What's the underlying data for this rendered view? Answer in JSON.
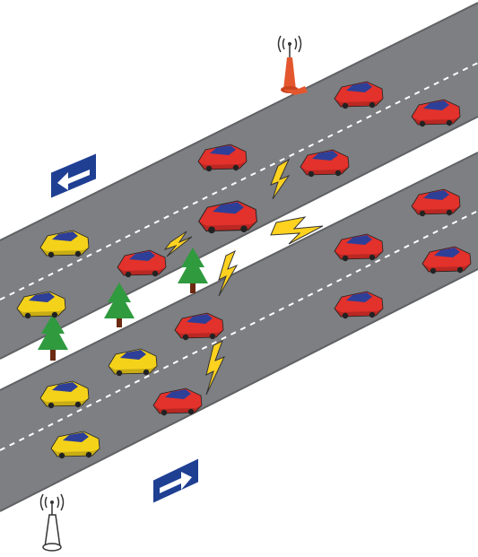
{
  "colors": {
    "road": "#7d7f82",
    "road_edge": "#5f6164",
    "lane_marking": "#ffffff",
    "sign_blue": "#1f3f93",
    "tree_green": "#2f9a3e",
    "tree_trunk": "#6b2a12",
    "bolt_yellow": "#ffd21f",
    "red_car": "#e3312b",
    "yellow_car": "#f5d21a",
    "car_window": "#2e3f98",
    "tower_top_fill": "#e4572e",
    "tower_bottom_fill": "#ffffff"
  },
  "direction_signs": [
    {
      "name": "direction-sign-left",
      "icon": "arrow-left-icon"
    },
    {
      "name": "direction-sign-right",
      "icon": "arrow-right-icon"
    }
  ],
  "towers": [
    {
      "name": "roadside-unit-top",
      "icon": "antenna-tower-icon",
      "style": "filled-orange"
    },
    {
      "name": "roadside-unit-bottom",
      "icon": "antenna-tower-icon",
      "style": "outline"
    }
  ],
  "cars": [
    {
      "color": "red",
      "lane": "upper-road"
    },
    {
      "color": "red",
      "lane": "upper-road"
    },
    {
      "color": "red",
      "lane": "upper-road"
    },
    {
      "color": "red",
      "lane": "upper-road"
    },
    {
      "color": "red",
      "lane": "upper-road"
    },
    {
      "color": "red",
      "lane": "upper-road"
    },
    {
      "color": "yellow",
      "lane": "upper-road"
    },
    {
      "color": "yellow",
      "lane": "upper-road"
    },
    {
      "color": "red",
      "lane": "lower-road"
    },
    {
      "color": "red",
      "lane": "lower-road"
    },
    {
      "color": "red",
      "lane": "lower-road"
    },
    {
      "color": "red",
      "lane": "lower-road"
    },
    {
      "color": "red",
      "lane": "lower-road"
    },
    {
      "color": "red",
      "lane": "lower-road"
    },
    {
      "color": "yellow",
      "lane": "lower-road"
    },
    {
      "color": "yellow",
      "lane": "lower-road"
    },
    {
      "color": "yellow",
      "lane": "lower-road"
    }
  ],
  "trees": 3,
  "wireless_links": 5
}
